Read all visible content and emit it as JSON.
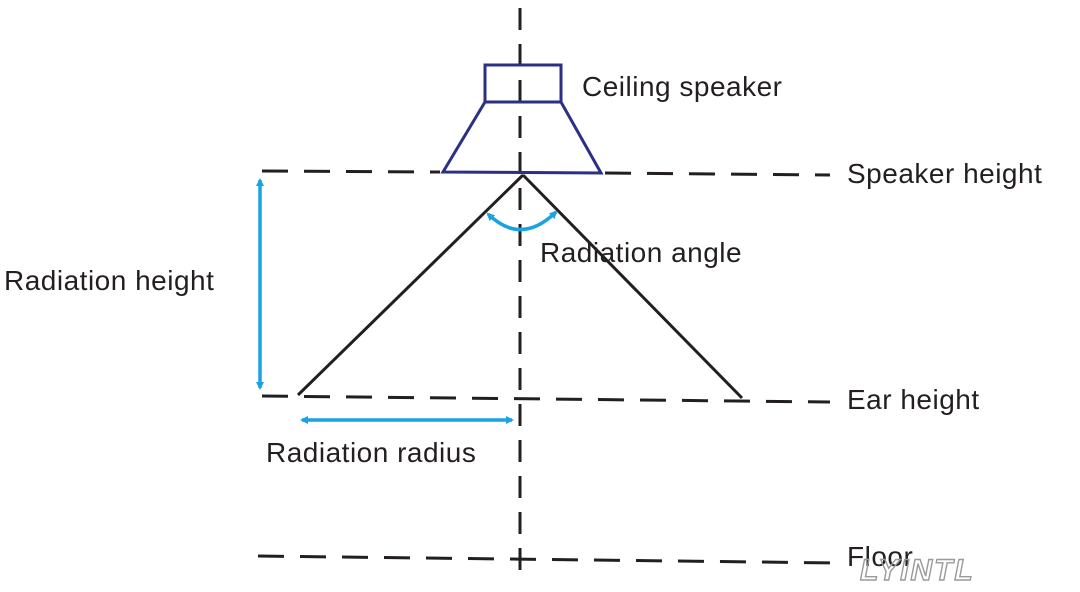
{
  "labels": {
    "ceiling_speaker": "Ceiling speaker",
    "speaker_height": "Speaker height",
    "radiation_angle": "Radiation angle",
    "radiation_height": "Radiation height",
    "ear_height": "Ear height",
    "radiation_radius": "Radiation radius",
    "floor": "Floor"
  },
  "watermark": "LYINTL",
  "colors": {
    "line": "#231f20",
    "speaker": "#2b2f86",
    "arrow": "#1aa3e3",
    "watermark": "#9a9a9a"
  }
}
